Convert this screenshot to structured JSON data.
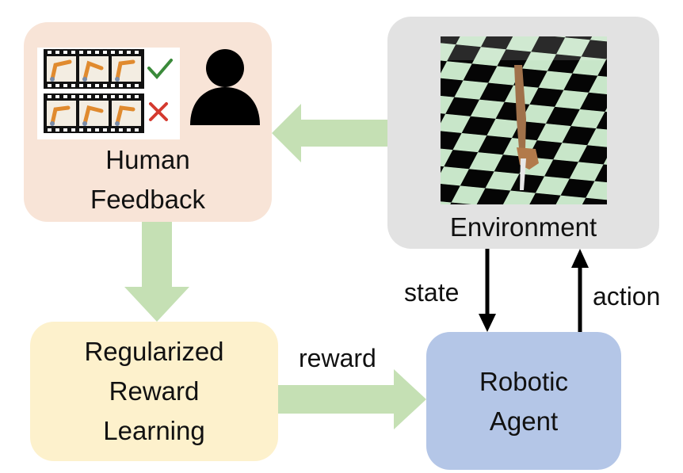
{
  "nodes": {
    "human_feedback": {
      "line1": "Human",
      "line2": "Feedback"
    },
    "environment": {
      "label": "Environment"
    },
    "reward_learning": {
      "line1": "Regularized",
      "line2": "Reward",
      "line3": "Learning"
    },
    "agent": {
      "line1": "Robotic",
      "line2": "Agent"
    }
  },
  "edges": {
    "reward": "reward",
    "state": "state",
    "action": "action"
  },
  "feedback_icons": {
    "accept_icon": "check-icon",
    "reject_icon": "cross-icon",
    "person_icon": "person-icon"
  },
  "colors": {
    "human_feedback_fill": "#f8e4d7",
    "environment_fill": "#e2e2e2",
    "reward_learning_fill": "#fdf1cc",
    "agent_fill": "#b4c6e7",
    "flow_arrow": "#c5e0b4",
    "check": "#3a8a3a",
    "cross": "#d43a2f"
  }
}
